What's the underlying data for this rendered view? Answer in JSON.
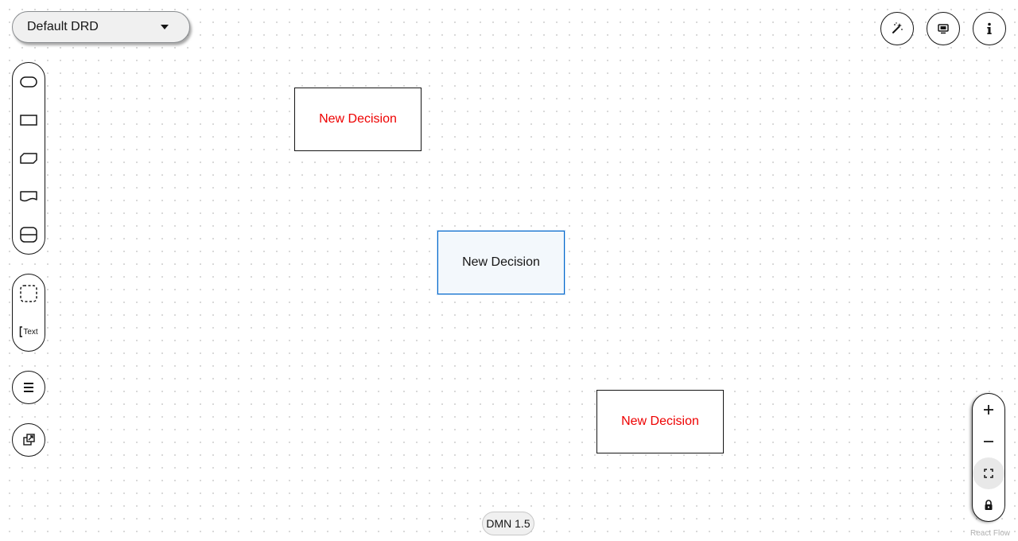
{
  "drd_selector": {
    "selected": "Default DRD"
  },
  "nodes": [
    {
      "label": "New Decision",
      "state": "invalid"
    },
    {
      "label": "New Decision",
      "state": "selected"
    },
    {
      "label": "New Decision",
      "state": "invalid"
    }
  ],
  "palette": {
    "text_tool_label": "Text"
  },
  "version_badge": "DMN 1.5",
  "attribution": "React Flow",
  "colors": {
    "invalid_label": "#ee0000",
    "selected_border": "#0066cc",
    "selected_fill": "#f3f8fc"
  },
  "icons": {
    "top_right": [
      "magic-wand-icon",
      "screen-overlay-icon",
      "info-icon"
    ],
    "palette_nodes": [
      "input-data-icon",
      "decision-icon",
      "bkm-icon",
      "knowledge-source-icon",
      "decision-service-icon"
    ],
    "palette_extras": [
      "group-icon",
      "text-annotation-icon"
    ],
    "zoom": [
      "zoom-in-icon",
      "zoom-out-icon",
      "fit-view-icon",
      "lock-icon"
    ]
  }
}
